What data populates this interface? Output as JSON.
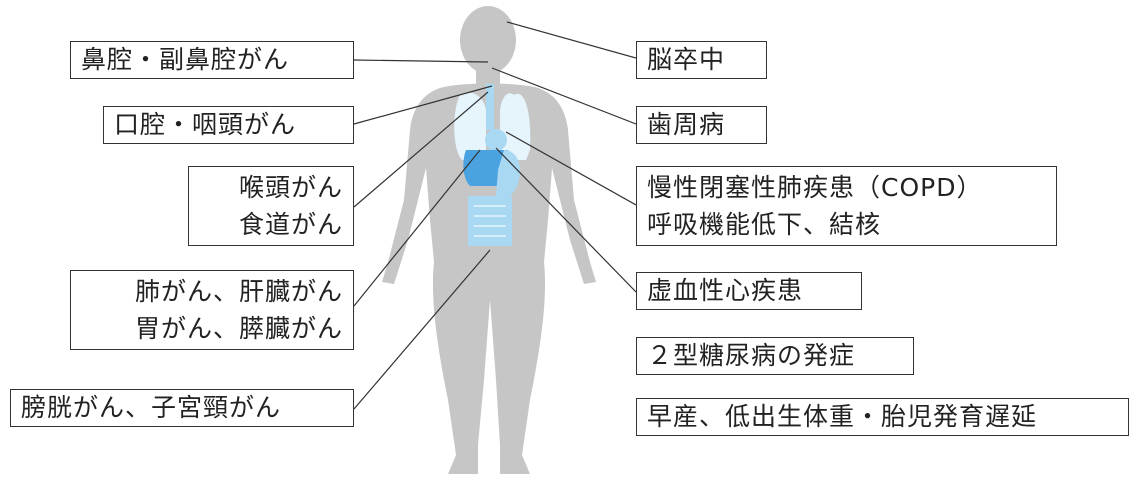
{
  "left_labels": {
    "nasal": "鼻腔・副鼻腔がん",
    "oral": "口腔・咽頭がん",
    "larynx": [
      "喉頭がん",
      "食道がん"
    ],
    "lung_liver": [
      "肺がん、肝臓がん",
      "胃がん、膵臓がん"
    ],
    "bladder": "膀胱がん、子宮頸がん"
  },
  "right_labels": {
    "stroke": "脳卒中",
    "periodontal": "歯周病",
    "copd": [
      "慢性閉塞性肺疾患（COPD）",
      "呼吸機能低下、結核"
    ],
    "ischemic": "虚血性心疾患",
    "diabetes": "２型糖尿病の発症",
    "preterm": "早産、低出生体重・胎児発育遅延"
  },
  "colors": {
    "body": "#c6c6c6",
    "lungs": "#e6f4fb",
    "organ_dark": "#4aa3e0",
    "organ_light": "#a9d9f2",
    "line": "#333333"
  }
}
